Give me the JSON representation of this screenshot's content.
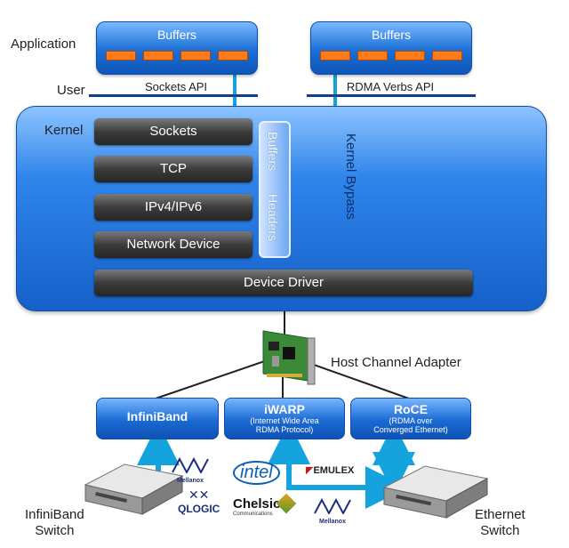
{
  "labels": {
    "application": "Application",
    "user": "User",
    "kernel": "Kernel",
    "host_channel_adapter": "Host Channel Adapter",
    "infiniband_switch": "InfiniBand\nSwitch",
    "ethernet_switch": "Ethernet\nSwitch",
    "kernel_bypass": "Kernel Bypass"
  },
  "app_boxes": [
    {
      "title": "Buffers"
    },
    {
      "title": "Buffers"
    }
  ],
  "apis": {
    "sockets": "Sockets API",
    "rdma_verbs": "RDMA Verbs API"
  },
  "stack": {
    "sockets": "Sockets",
    "tcp": "TCP",
    "ip": "IPv4/IPv6",
    "network_device": "Network Device",
    "device_driver": "Device Driver",
    "buffers": "Buffers",
    "headers": "Headers"
  },
  "protocols": {
    "infiniband": {
      "name": "InfiniBand"
    },
    "iwarp": {
      "name": "iWARP",
      "sub": "(Internet Wide Area\nRDMA Protocol)"
    },
    "roce": {
      "name": "RoCE",
      "sub": "(RDMA over\nConverged Ethernet)"
    }
  },
  "vendors": {
    "mellanox": "Mellanox",
    "qlogic": "QLOGIC",
    "intel": "intel",
    "chelsio": "Chelsio",
    "chelsio_sub": "Communications",
    "emulex": "EMULEX"
  },
  "colors": {
    "arrow": "#14a3dc",
    "buffer": "#ff7a1a",
    "blue_box": "#1b6fd6",
    "dark_layer": "#3c3c3c"
  }
}
